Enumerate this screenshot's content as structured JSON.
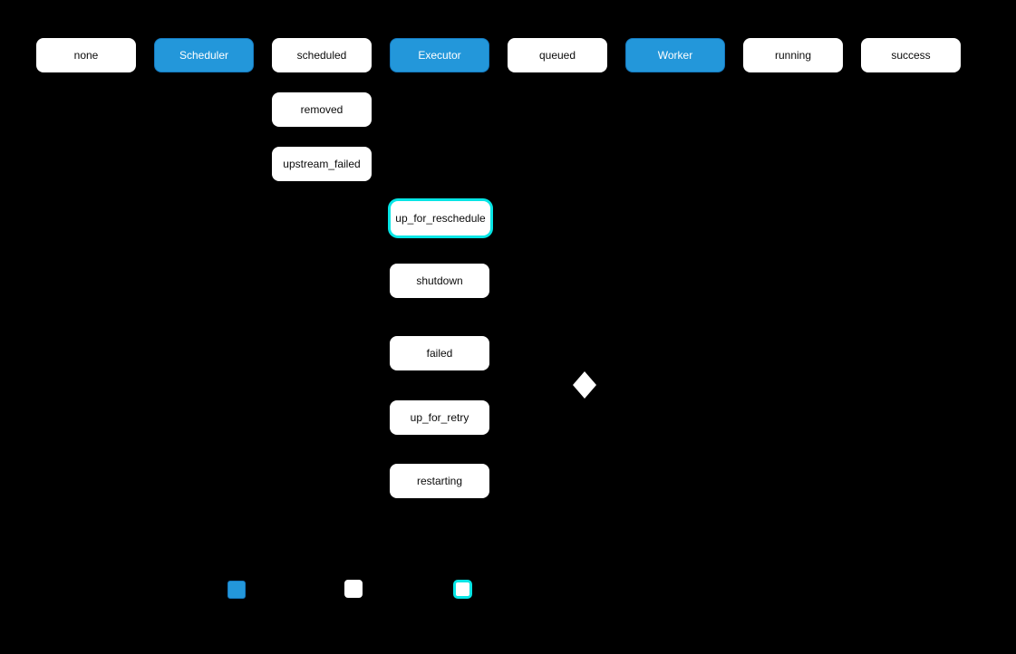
{
  "colors": {
    "background": "#000000",
    "state_fill": "#ffffff",
    "state_text": "#0b0b0b",
    "component_fill": "#2397da",
    "component_border": "#1479c0",
    "component_text": "#ffffff",
    "highlight": "#06e5e5",
    "diamond_fill": "#ffffff"
  },
  "nodes": [
    {
      "id": "none",
      "label": "none",
      "type": "state"
    },
    {
      "id": "scheduler",
      "label": "Scheduler",
      "type": "component"
    },
    {
      "id": "scheduled",
      "label": "scheduled",
      "type": "state"
    },
    {
      "id": "executor",
      "label": "Executor",
      "type": "component"
    },
    {
      "id": "queued",
      "label": "queued",
      "type": "state"
    },
    {
      "id": "worker",
      "label": "Worker",
      "type": "component"
    },
    {
      "id": "running",
      "label": "running",
      "type": "state"
    },
    {
      "id": "success",
      "label": "success",
      "type": "state"
    },
    {
      "id": "removed",
      "label": "removed",
      "type": "state"
    },
    {
      "id": "upstream_failed",
      "label": "upstream_failed",
      "type": "state"
    },
    {
      "id": "up_for_reschedule",
      "label": "up_for_reschedule",
      "type": "state",
      "highlighted": true
    },
    {
      "id": "shutdown",
      "label": "shutdown",
      "type": "state"
    },
    {
      "id": "failed",
      "label": "failed",
      "type": "state"
    },
    {
      "id": "up_for_retry",
      "label": "up_for_retry",
      "type": "state"
    },
    {
      "id": "restarting",
      "label": "restarting",
      "type": "state"
    }
  ],
  "decision": {
    "shape": "diamond",
    "fill": "#ffffff"
  },
  "legend": [
    {
      "swatch": "component",
      "color": "#2397da"
    },
    {
      "swatch": "state",
      "color": "#ffffff"
    },
    {
      "swatch": "highlighted-state",
      "color": "#ffffff",
      "border": "#06e5e5"
    }
  ]
}
